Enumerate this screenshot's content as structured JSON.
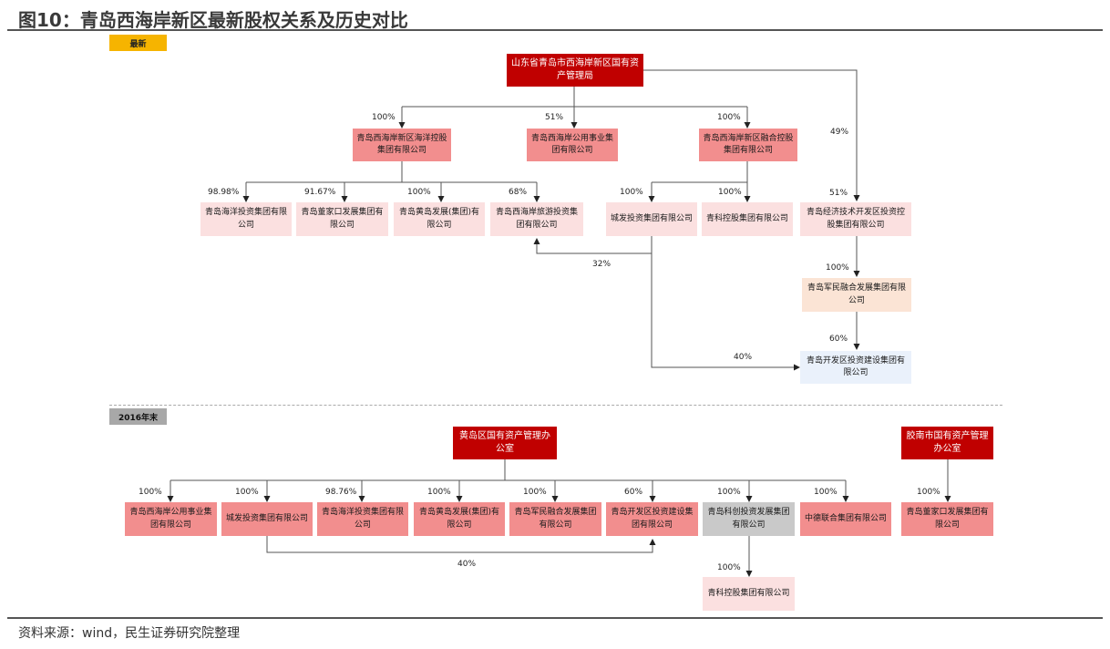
{
  "title": "图10：青岛西海岸新区最新股权关系及历史对比",
  "source": "资料来源：wind，民生证券研究院整理",
  "tags": {
    "latest": "最新",
    "y2016": "2016年末"
  },
  "latest": {
    "top": "山东省青岛市西海岸新区国有资产管理局",
    "level1": {
      "marine": "青岛西海岸新区海洋控股集团有限公司",
      "public": "青岛西海岸公用事业集团有限公司",
      "fusion": "青岛西海岸新区融合控股集团有限公司"
    },
    "level2": {
      "marine_inv": "青岛海洋投资集团有限公司",
      "dongjiakou": "青岛董家口发展集团有限公司",
      "huangdao": "青岛黄岛发展(集团)有限公司",
      "tourism": "青岛西海岸旅游投资集团有限公司",
      "chengfa": "城发投资集团有限公司",
      "qingke": "青科控股集团有限公司",
      "econ": "青岛经济技术开发区投资控股集团有限公司"
    },
    "level3": {
      "junmin": "青岛军民融合发展集团有限公司",
      "kaifaqu": "青岛开发区投资建设集团有限公司"
    },
    "pcts": {
      "marine": "100%",
      "public": "51%",
      "fusion": "100%",
      "top_econ": "49%",
      "marine_inv": "98.98%",
      "dongjiakou": "91.67%",
      "huangdao": "100%",
      "tourism": "68%",
      "chengfa": "100%",
      "qingke": "100%",
      "econ": "51%",
      "chengfa_tourism": "32%",
      "junmin": "100%",
      "kaifaqu": "60%",
      "chengfa_kaifaqu": "40%"
    }
  },
  "y2016": {
    "top": "黄岛区国有资产管理办公室",
    "jiaonan": "胶南市国有资产管理办公室",
    "children": {
      "public": "青岛西海岸公用事业集团有限公司",
      "chengfa": "城发投资集团有限公司",
      "marine_inv": "青岛海洋投资集团有限公司",
      "huangdao": "青岛黄岛发展(集团)有限公司",
      "junmin": "青岛军民融合发展集团有限公司",
      "kaifaqu": "青岛开发区投资建设集团有限公司",
      "kechuang": "青岛科创投资发展集团有限公司",
      "zhongde": "中德联合集团有限公司",
      "dongjiakou": "青岛董家口发展集团有限公司",
      "qingke": "青科控股集团有限公司"
    },
    "pcts": {
      "public": "100%",
      "chengfa": "100%",
      "marine_inv": "98.76%",
      "huangdao": "100%",
      "junmin": "100%",
      "kaifaqu": "60%",
      "kechuang": "100%",
      "zhongde": "100%",
      "dongjiakou": "100%",
      "qingke": "100%",
      "chengfa_kaifaqu": "40%"
    }
  }
}
